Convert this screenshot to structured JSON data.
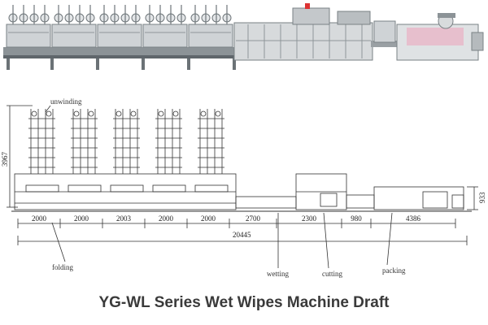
{
  "labels": {
    "unwinding": "unwinding",
    "folding": "folding",
    "wetting": "wetting",
    "cutting": "cutting",
    "packing": "packing"
  },
  "dimensions": {
    "segments": [
      "2000",
      "2000",
      "2003",
      "2000",
      "2000",
      "2700",
      "2300",
      "980",
      "4386"
    ],
    "total_length": "20445",
    "height": "3967",
    "packer_height": "933"
  },
  "caption": "YG-WL Series Wet Wipes Machine Draft",
  "colors": {
    "machine_steel": "#cfd3d6",
    "frame_dark": "#5f666b",
    "wrapper_pink": "#e9b8c9",
    "drawing_line": "#333333"
  }
}
